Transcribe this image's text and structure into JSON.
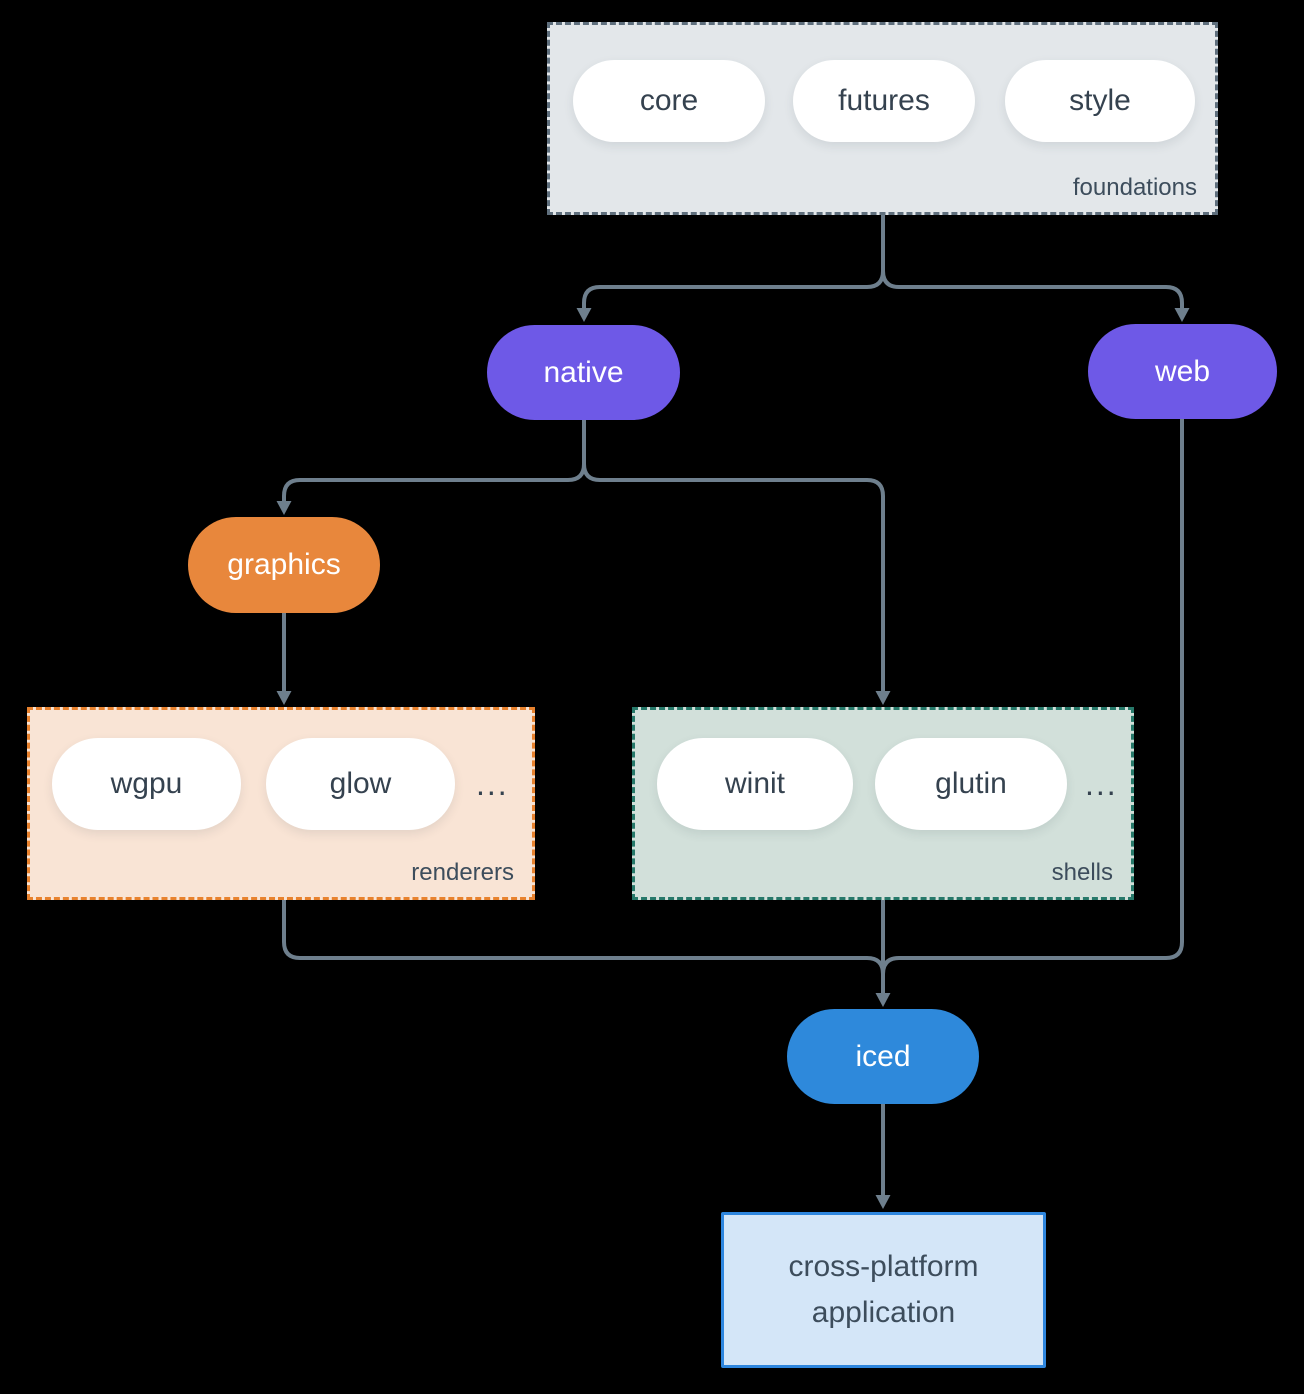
{
  "foundations": {
    "label": "foundations",
    "pills": [
      "core",
      "futures",
      "style"
    ]
  },
  "nodes": {
    "native": "native",
    "web": "web",
    "graphics": "graphics",
    "iced": "iced"
  },
  "renderers": {
    "label": "renderers",
    "pills": [
      "wgpu",
      "glow"
    ],
    "more": "..."
  },
  "shells": {
    "label": "shells",
    "pills": [
      "winit",
      "glutin"
    ],
    "more": "..."
  },
  "application": {
    "line1": "cross-platform",
    "line2": "application"
  },
  "colors": {
    "background": "#000000",
    "connector": "#6e7f8d",
    "purple_node": "#6e59e7",
    "orange_node": "#e8873c",
    "blue_node": "#2e89db",
    "foundations_fill": "#e3e7ea",
    "foundations_border": "#5f6f7d",
    "renderers_fill": "#f9e4d5",
    "renderers_border": "#e8822e",
    "shells_fill": "#d2e0da",
    "shells_border": "#27796a",
    "application_fill": "#d4e6f8",
    "application_border": "#2e86de",
    "dark_text": "#35424f"
  }
}
